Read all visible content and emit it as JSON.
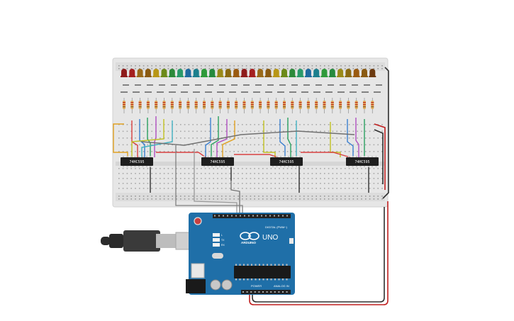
{
  "circuit": {
    "chips": [
      "74HC595",
      "74HC595",
      "74HC595",
      "74HC595"
    ],
    "led_colors": [
      "#8e1b1b",
      "#a51f1f",
      "#9a6a1a",
      "#8a5a12",
      "#b89616",
      "#6c8a1a",
      "#2c8a3a",
      "#2a9a6a",
      "#1f6aa0",
      "#1c7f8e",
      "#2f9a3a",
      "#268a3e",
      "#9a8a1a",
      "#8a6a12",
      "#9a5a10",
      "#8e1b1b",
      "#a51f1f",
      "#9a6a1a",
      "#8a5a12",
      "#b89616",
      "#6c8a1a",
      "#2c8a3a",
      "#2a9a6a",
      "#1f6aa0",
      "#1c7f8e",
      "#2f9a3a",
      "#268a3e",
      "#9a8a1a",
      "#8a6a12",
      "#9a5a10",
      "#8a5a12",
      "#6c3a10"
    ],
    "wire_colors": [
      "#e0a020",
      "#d94040",
      "#3a7fd0",
      "#2aa060",
      "#b050c0",
      "#e07020",
      "#c0c020",
      "#40b0c0",
      "#707070",
      "#303030"
    ],
    "board": {
      "brand": "ARDUINO",
      "model": "UNO",
      "digital_label": "DIGITAL (PWM~)",
      "power_label": "POWER",
      "analog_label": "ANALOG IN",
      "pin_labels": [
        "TX",
        "RX",
        "L"
      ]
    },
    "usb_icon_name": "usb-b-plug-icon",
    "power_jack_icon_name": "dc-barrel-jack-icon"
  }
}
